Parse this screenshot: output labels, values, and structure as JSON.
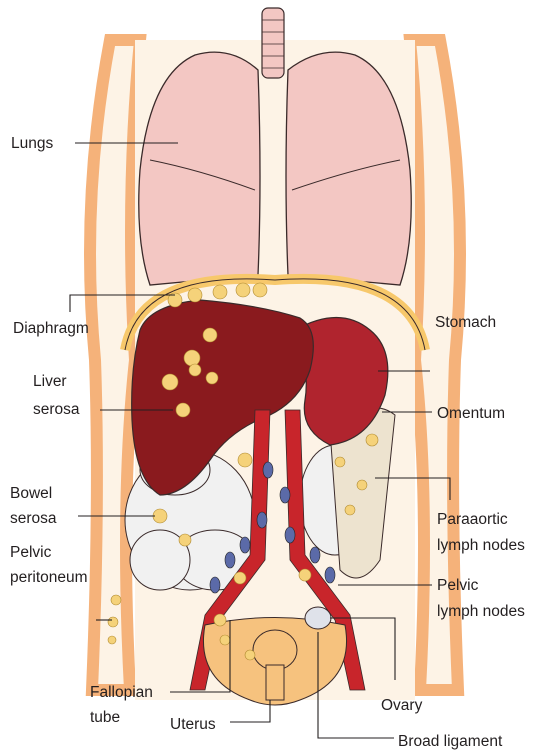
{
  "labels": {
    "lungs": "Lungs",
    "diaphragm": "Diaphragm",
    "liver_line1": "Liver",
    "liver_line2": "serosa",
    "bowel_line1": "Bowel",
    "bowel_line2": "serosa",
    "pelvic_line1": "Pelvic",
    "pelvic_line2": "peritoneum",
    "fallopian_line1": "Fallopian",
    "fallopian_line2": "tube",
    "uterus": "Uterus",
    "stomach": "Stomach",
    "omentum": "Omentum",
    "paraaortic_line1": "Paraaortic",
    "paraaortic_line2": "lymph nodes",
    "pelvic_ln_line1": "Pelvic",
    "pelvic_ln_line2": "lymph nodes",
    "ovary": "Ovary",
    "broad_ligament": "Broad ligament"
  },
  "colors": {
    "body_fill": "#fdf3e6",
    "body_wall": "#f5b27a",
    "lung": "#f3c7c3",
    "diaphragm": "#f7c86b",
    "liver": "#8a1a1e",
    "stomach": "#b0242e",
    "omentum": "#ede3cf",
    "bowel": "#f1f1f1",
    "vessel": "#c8252b",
    "lymph_node": "#5b6aa8",
    "metastasis": "#f5d27a",
    "uterus": "#f6c27e",
    "ovary": "#dfe2ea"
  }
}
